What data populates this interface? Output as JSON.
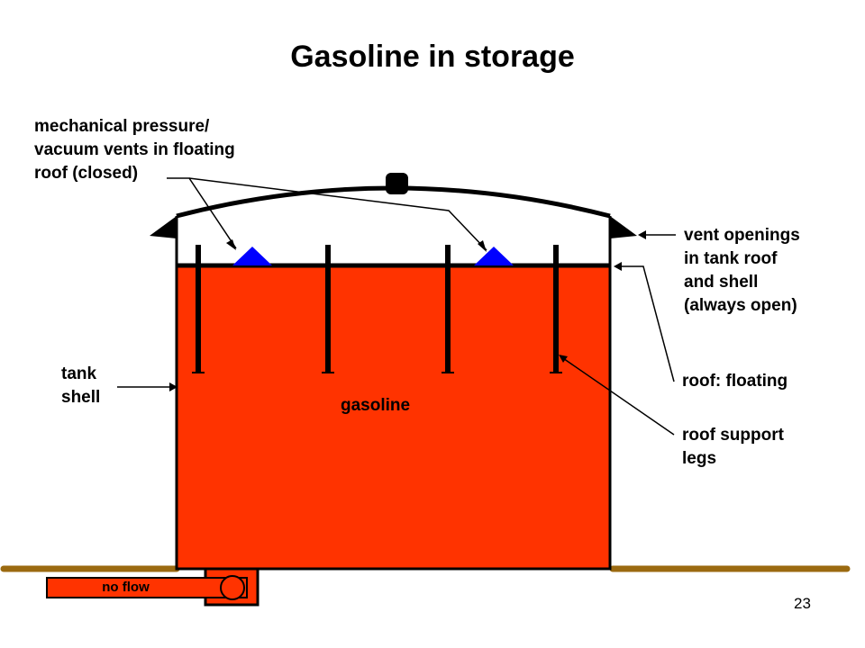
{
  "title": "Gasoline in storage",
  "labels": {
    "vents": "mechanical pressure/\nvacuum vents in floating\nroof (closed)",
    "vent_openings": "vent openings\nin tank roof\nand shell\n(always open)",
    "roof_floating": "roof: floating",
    "tank_shell": "tank\nshell",
    "gasoline": "gasoline",
    "support_legs": "roof support\nlegs",
    "pipe": "no flow"
  },
  "page_number": "23",
  "colors": {
    "gasoline": "#ff3300",
    "vent": "#0000ff",
    "ground": "#9b6a10",
    "outline": "#000000"
  }
}
